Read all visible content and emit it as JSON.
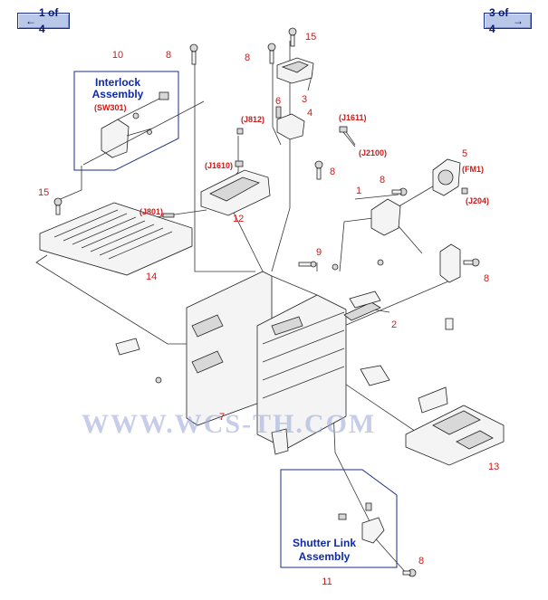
{
  "nav": {
    "prev_label": "1 of 4",
    "next_label": "3 of 4",
    "prev_icon": "arrow-left-icon",
    "next_icon": "arrow-right-icon"
  },
  "assemblies": {
    "interlock": {
      "line1": "Interlock",
      "line2": "Assembly",
      "connector": "(SW301)",
      "number": "10"
    },
    "shutter": {
      "line1": "Shutter Link",
      "line2": "Assembly",
      "number": "11"
    }
  },
  "callouts": {
    "c8a": "8",
    "c8b": "8",
    "c15a": "15",
    "c3": "3",
    "c6": "6",
    "c4": "4",
    "c5": "5",
    "c8c": "8",
    "c8d": "8",
    "c1": "1",
    "c15b": "15",
    "c12": "12",
    "c9": "9",
    "c8e": "8",
    "c14": "14",
    "c2": "2",
    "c7": "7",
    "c13": "13",
    "c8f": "8"
  },
  "connectors": {
    "j812": "(J812)",
    "j1611": "(J1611)",
    "j2100": "(J2100)",
    "fm1": "(FM1)",
    "j1610": "(J1610)",
    "j204": "(J204)",
    "j801": "(J801)"
  },
  "watermark": "WWW.WCS-TH.COM",
  "colors": {
    "callout": "#cc1a1a",
    "assembly": "#0f2aa8",
    "frame": "#1e2f86",
    "nav_bg": "#b9c7e8"
  }
}
